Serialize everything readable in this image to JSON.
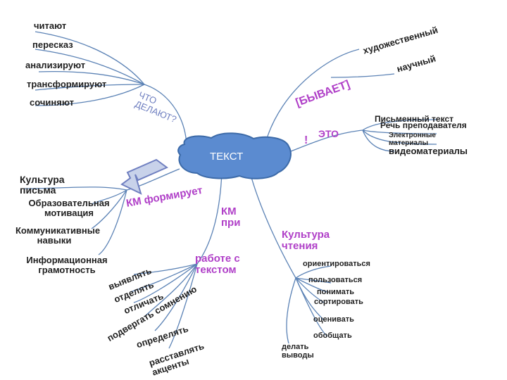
{
  "center": {
    "label": "ТЕКСТ"
  },
  "branch_what_do": {
    "title": "ЧТО ДЕЛАЮТ?",
    "items": [
      "читают",
      "пересказ",
      "анализируют",
      "трансформируют",
      "сочиняют"
    ]
  },
  "branch_types": {
    "title_top": "[БЫВАЕТ]",
    "title_bottom": "!",
    "items": [
      "художественный",
      "научный"
    ]
  },
  "branch_is": {
    "title": "ЭТО",
    "items": [
      "Письменный текст",
      "Речь преподавателя",
      "Электронные материалы",
      "видеоматериалы"
    ]
  },
  "branch_forms": {
    "title": "КМ формирует",
    "items": [
      "Культура письма",
      "Образовательная мотивация",
      "Коммуникативные навыки",
      "Информационная грамотность"
    ]
  },
  "branch_work": {
    "title_top": "КМ при",
    "title_bottom": "работе с текстом",
    "items": [
      "выявлять",
      "отделять",
      "отличать",
      "подвергать сомнению",
      "определять",
      "расставлять акценты"
    ]
  },
  "branch_reading": {
    "title": "Культура чтения",
    "items": [
      "ориентироваться",
      "пользоваться",
      "понимать",
      "сортировать",
      "оценивать",
      "обобщать",
      "делать выводы"
    ]
  },
  "colors": {
    "line": "#5b82b5",
    "cloud": "#5b8bd0",
    "cloud_stroke": "#3c6aa8",
    "title_purple": "#b040c8",
    "question_blue": "#6f7fc0",
    "arrow_fill": "#c8d2ea",
    "arrow_stroke": "#6f7fc0"
  }
}
